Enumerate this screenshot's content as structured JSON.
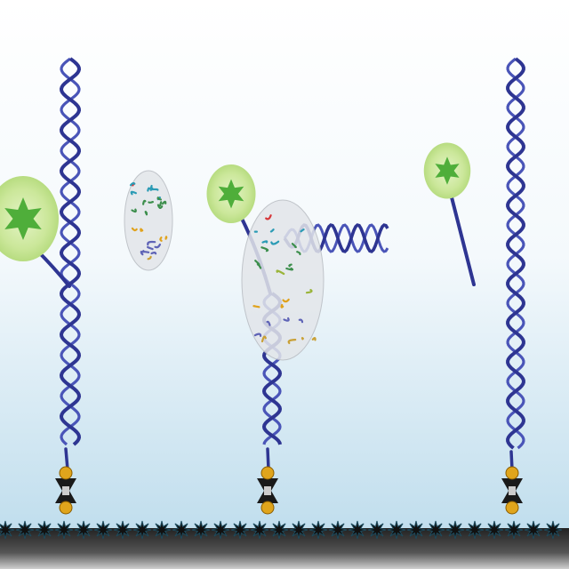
{
  "colors": {
    "background_top": "#ffffff",
    "background_bottom": "#bcdcec",
    "dna": "#2e3592",
    "dna_light": "#4a55b8",
    "fluorophore_halo": "#cbe79a",
    "fluorophore_star": "#4fae3a",
    "anchor_gold": "#e0a51c",
    "anchor_dark": "#1a1a1a",
    "surface": "#111111",
    "surface_stars": "#1d4a5c"
  },
  "elements": {
    "dna_left": "dna-strand",
    "dna_middle": "dna-strand",
    "dna_right": "dna-strand",
    "fluorophore": "star-icon",
    "anchor": "biotin-streptavidin-anchor",
    "enzyme_free": "protein-complex",
    "enzyme_bound": "protein-complex",
    "surface": "passivated-surface"
  }
}
